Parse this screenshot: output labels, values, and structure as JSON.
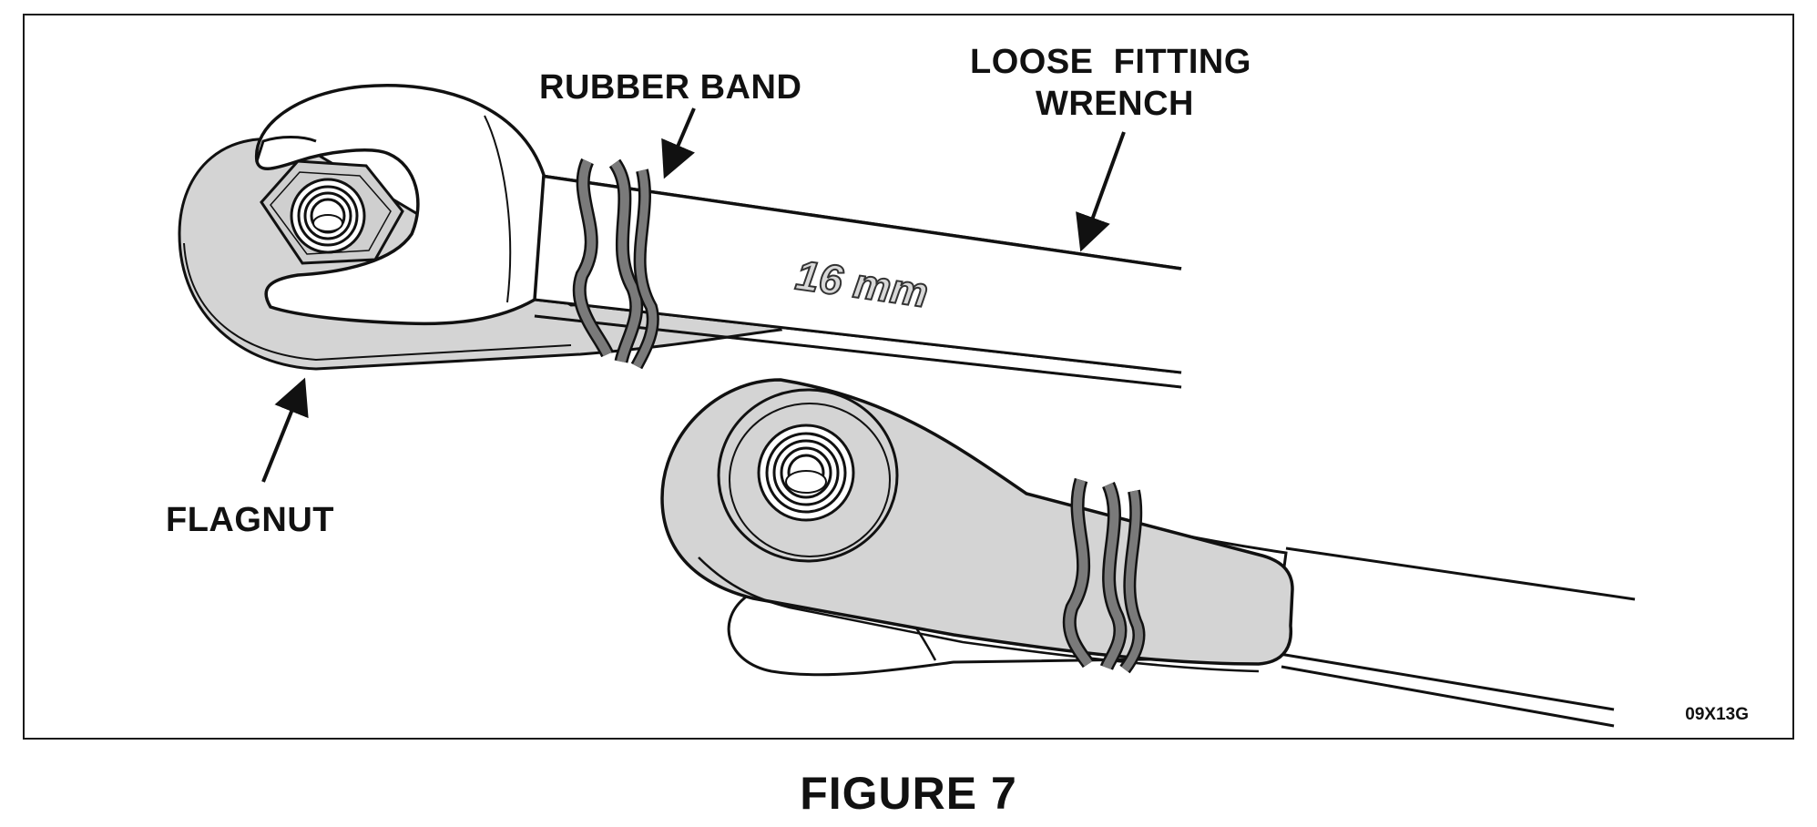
{
  "labels": {
    "rubber_band": "RUBBER BAND",
    "loose_fitting_line1": "LOOSE  FITTING",
    "loose_fitting_line2": "WRENCH",
    "flagnut": "FLAGNUT",
    "wrench_size": "16 mm",
    "drawing_code": "09X13G"
  },
  "caption": "FIGURE 7",
  "colors": {
    "ink": "#111111",
    "part_fill": "#d4d4d4",
    "band_fill": "#7a7a7a",
    "paper": "#ffffff"
  },
  "icons": [
    "wrench-icon",
    "flagnut-icon",
    "rubber-band-icon",
    "arrow-icon"
  ]
}
